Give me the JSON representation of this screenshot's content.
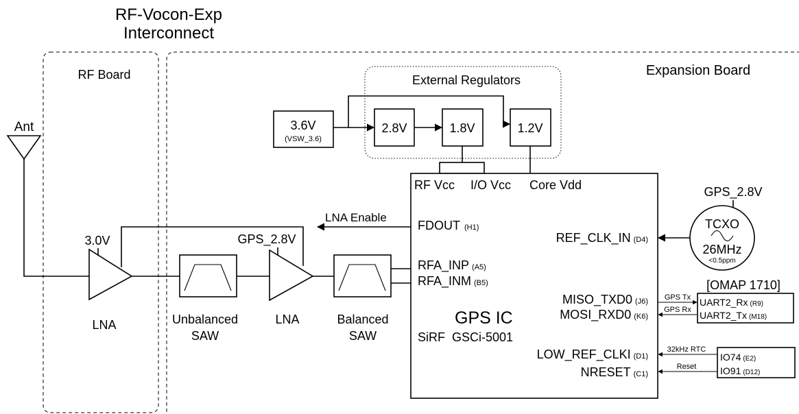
{
  "title": {
    "line1": "RF-Vocon-Exp",
    "line2": "Interconnect"
  },
  "regions": {
    "rf_board": "RF Board",
    "expansion_board": "Expansion Board",
    "external_regulators": "External Regulators"
  },
  "antenna": "Ant",
  "supply": {
    "voltage": "3.6V",
    "net": "(VSW_3.6)"
  },
  "regulators": [
    "2.8V",
    "1.8V",
    "1.2V"
  ],
  "lna1": {
    "voltage": "3.0V",
    "label": "LNA"
  },
  "lna2": {
    "voltage": "GPS_2.8V",
    "label": "LNA"
  },
  "saw1": {
    "line1": "Unbalanced",
    "line2": "SAW"
  },
  "saw2": {
    "line1": "Balanced",
    "line2": "SAW"
  },
  "lna_enable": "LNA Enable",
  "gps_ic": {
    "name": "GPS IC",
    "part": "SiRF  GSCi-5001",
    "power_pins": {
      "rf_vcc": "RF Vcc",
      "io_vcc": "I/O Vcc",
      "core_vdd": "Core Vdd"
    },
    "pins": {
      "fdout": {
        "name": "FDOUT",
        "ball": "(H1)"
      },
      "rfa_inp": {
        "name": "RFA_INP",
        "ball": "(A5)"
      },
      "rfa_inm": {
        "name": "RFA_INM",
        "ball": "(B5)"
      },
      "ref_clk_in": {
        "name": "REF_CLK_IN",
        "ball": "(D4)"
      },
      "miso_txd0": {
        "name": "MISO_TXD0",
        "ball": "(J6)"
      },
      "mosi_rxd0": {
        "name": "MOSI_RXD0",
        "ball": "(K6)"
      },
      "low_ref_clki": {
        "name": "LOW_REF_CLKI",
        "ball": "(D1)"
      },
      "nreset": {
        "name": "NRESET",
        "ball": "(C1)"
      }
    }
  },
  "tcxo": {
    "supply": "GPS_2.8V",
    "name": "TCXO",
    "freq": "26MHz",
    "tolerance": "<0.5ppm"
  },
  "omap": {
    "title": "[OMAP 1710]",
    "uart_rx": {
      "name": "UART2_Rx",
      "ball": "(R9)"
    },
    "uart_tx": {
      "name": "UART2_Tx",
      "ball": "(M18)"
    },
    "io74": {
      "name": "IO74",
      "ball": "(E2)"
    },
    "io91": {
      "name": "IO91",
      "ball": "(D12)"
    }
  },
  "signals": {
    "gps_tx": "GPS Tx",
    "gps_rx": "GPS Rx",
    "rtc": "32kHz RTC",
    "reset": "Reset"
  }
}
